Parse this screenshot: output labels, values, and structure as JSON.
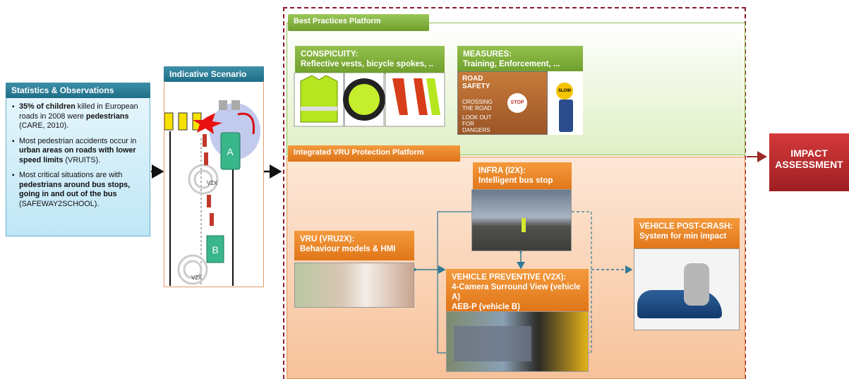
{
  "stats": {
    "title": "Statistics & Observations",
    "bullets": [
      {
        "parts": [
          {
            "t": "35% of children",
            "b": true
          },
          {
            "t": " killed in European roads in 2008 were ",
            "b": false
          },
          {
            "t": "pedestrians",
            "b": true
          },
          {
            "t": " (CARE, 2010).",
            "b": false
          }
        ]
      },
      {
        "parts": [
          {
            "t": "Most pedestrian accidents occur in ",
            "b": false
          },
          {
            "t": "urban areas on roads with lower speed limits",
            "b": true
          },
          {
            "t": " (VRUITS).",
            "b": false
          }
        ]
      },
      {
        "parts": [
          {
            "t": "Most critical situations are with ",
            "b": false
          },
          {
            "t": "pedestrians around bus stops, going in and out of the bus",
            "b": true
          },
          {
            "t": " (SAFEWAY2SCHOOL).",
            "b": false
          }
        ]
      }
    ]
  },
  "scenario": {
    "title": "Indicative Scenario",
    "vehicle_a": "A",
    "vehicle_b": "B",
    "v2x_label_1": "V2X",
    "v2x_label_2": "V2X"
  },
  "best_practices": {
    "title": "Best Practices Platform",
    "conspicuity": {
      "title": "CONSPICUITY:",
      "subtitle": "Reflective vests, bicycle spokes, .."
    },
    "measures": {
      "title": "MEASURES:",
      "subtitle": "Training, Enforcement, ..."
    },
    "road_safety_slide": {
      "line1": "ROAD",
      "line2": "SAFETY",
      "item1": "CROSSING THE ROAD",
      "item2": "LOOK OUT FOR DANGERS",
      "stop_sign": "STOP",
      "slow_sign": "SLOW"
    }
  },
  "vru_platform": {
    "title": "Integrated VRU Protection Platform",
    "infra": {
      "title": "INFRA (I2X):",
      "subtitle": "Intelligent bus stop"
    },
    "vru": {
      "title": "VRU (VRU2X):",
      "subtitle": "Behaviour models & HMI"
    },
    "vehicle_preventive": {
      "title": "VEHICLE PREVENTIVE (V2X):",
      "line1": "4-Camera Surround View (vehicle A)",
      "line2": "AEB-P (vehicle B)"
    },
    "post_crash": {
      "title": "VEHICLE POST-CRASH:",
      "subtitle": "System for min impact"
    }
  },
  "impact": {
    "line1": "IMPACT",
    "line2": "ASSESSMENT"
  },
  "colors": {
    "teal": "#1f6e87",
    "green": "#6e9e2c",
    "orange": "#e07619",
    "impact_red": "#b8262c",
    "dashed_border": "#8b1a2a"
  }
}
